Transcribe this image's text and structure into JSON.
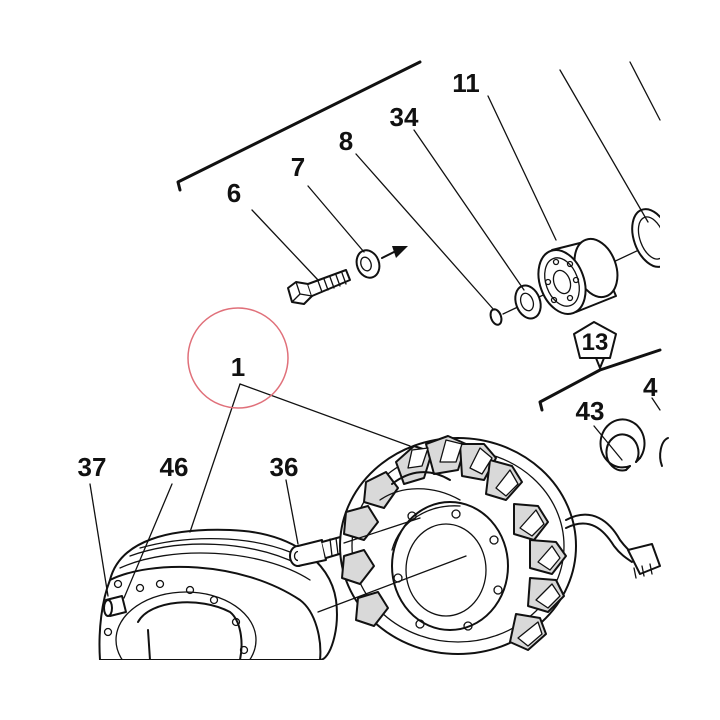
{
  "callouts": {
    "c1": "1",
    "c4": "4",
    "c6": "6",
    "c7": "7",
    "c8": "8",
    "c11": "11",
    "c13": "13",
    "c34": "34",
    "c36": "36",
    "c37": "37",
    "c43": "43",
    "c46": "46"
  },
  "colors": {
    "ink": "#111111",
    "highlight_circle": "#e0707a",
    "background": "#ffffff"
  }
}
